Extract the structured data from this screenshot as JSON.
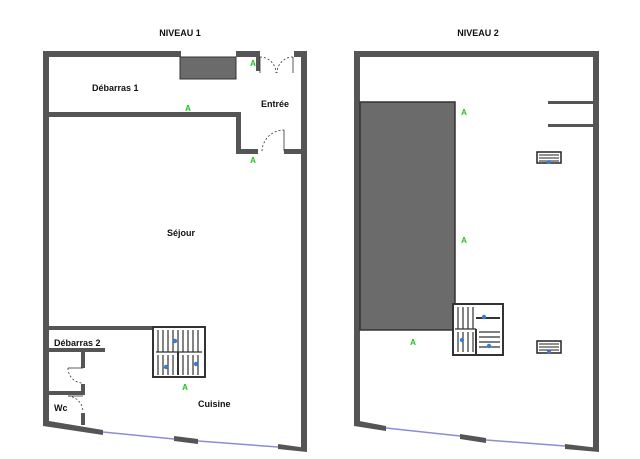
{
  "levels": [
    {
      "title": "NIVEAU 1",
      "rooms": {
        "debarras1": "Débarras 1",
        "entree": "Entrée",
        "sejour": "Séjour",
        "debarras2": "Débarras 2",
        "wc": "Wc",
        "cuisine": "Cuisine"
      },
      "marker_label": "A"
    },
    {
      "title": "NIVEAU 2",
      "marker_label": "A"
    }
  ],
  "colors": {
    "wall": "#555555",
    "fill_dark": "#6b6b6b",
    "marker": "#19c419",
    "window": "#8d8dd6",
    "radiator_dot": "#3a7bd5"
  }
}
